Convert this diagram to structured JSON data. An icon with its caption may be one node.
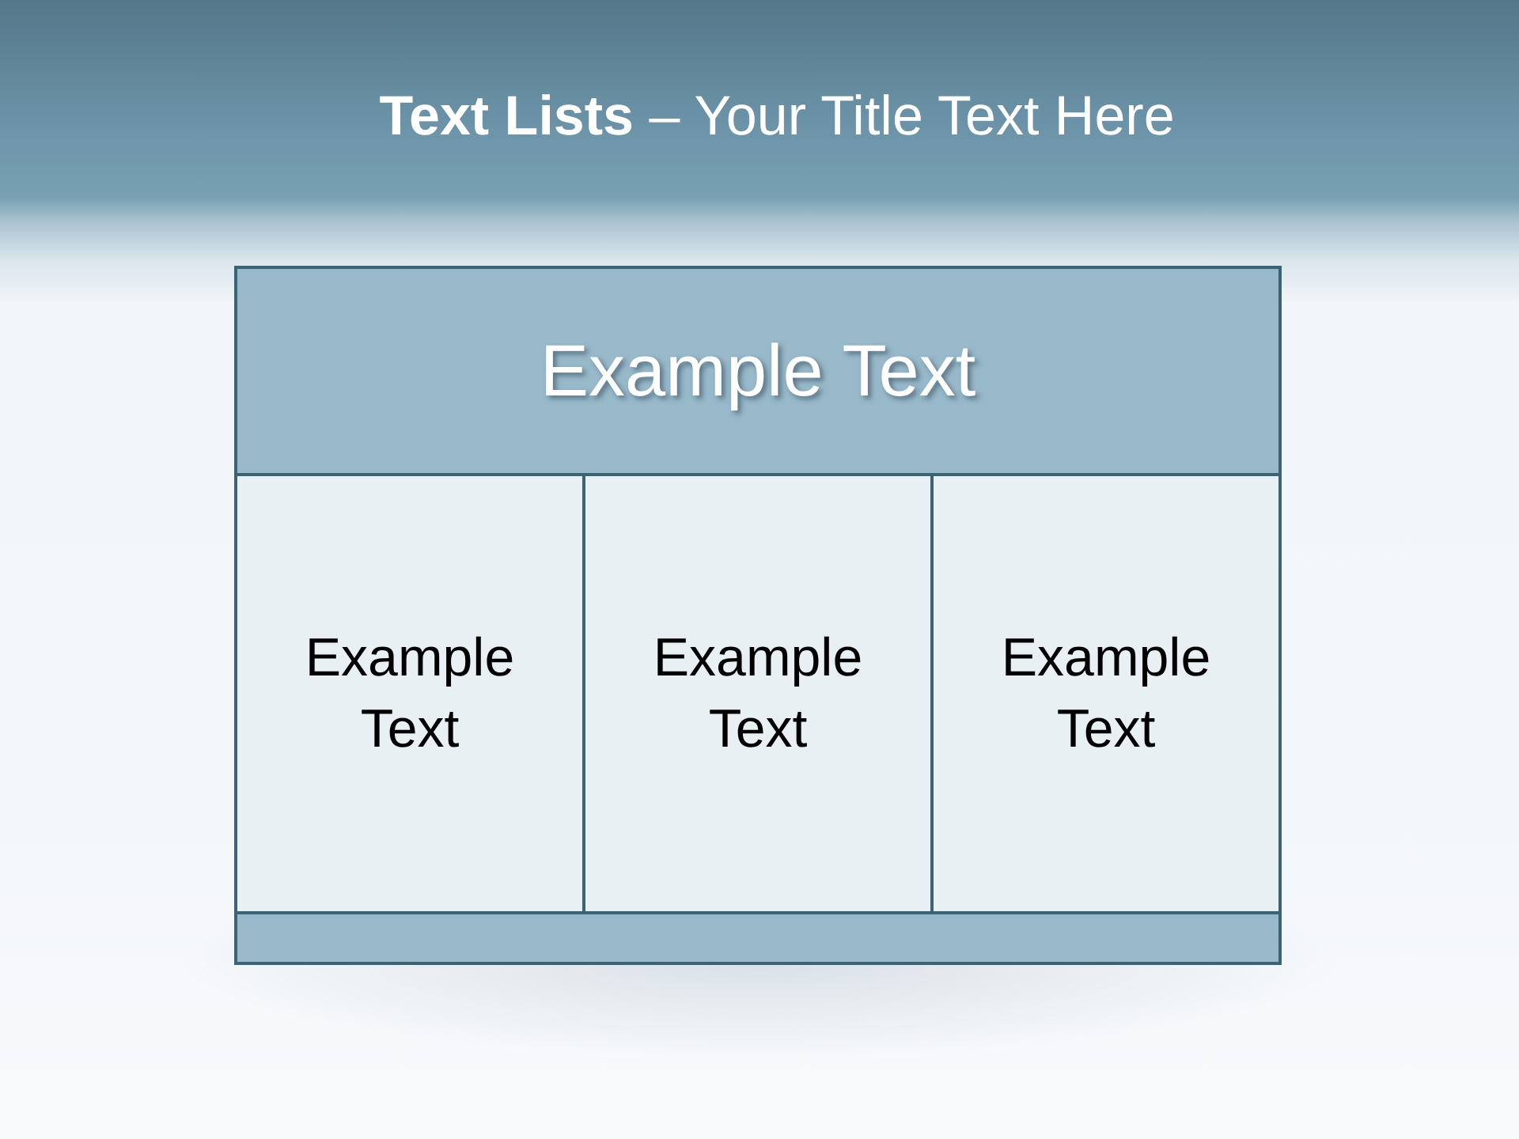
{
  "diagram": {
    "title": "**Text Lists** – Your Title Text Here",
    "nodes": [
      {
        "text": [
          "Example Text"
        ]
      },
      {
        "text": [
          "Example Text"
        ]
      },
      {
        "text": [
          "Example Text"
        ]
      },
      {
        "text": [
          "Example Text"
        ]
      },
      {
        "text": [],
        "shape": "bar"
      }
    ]
  }
}
